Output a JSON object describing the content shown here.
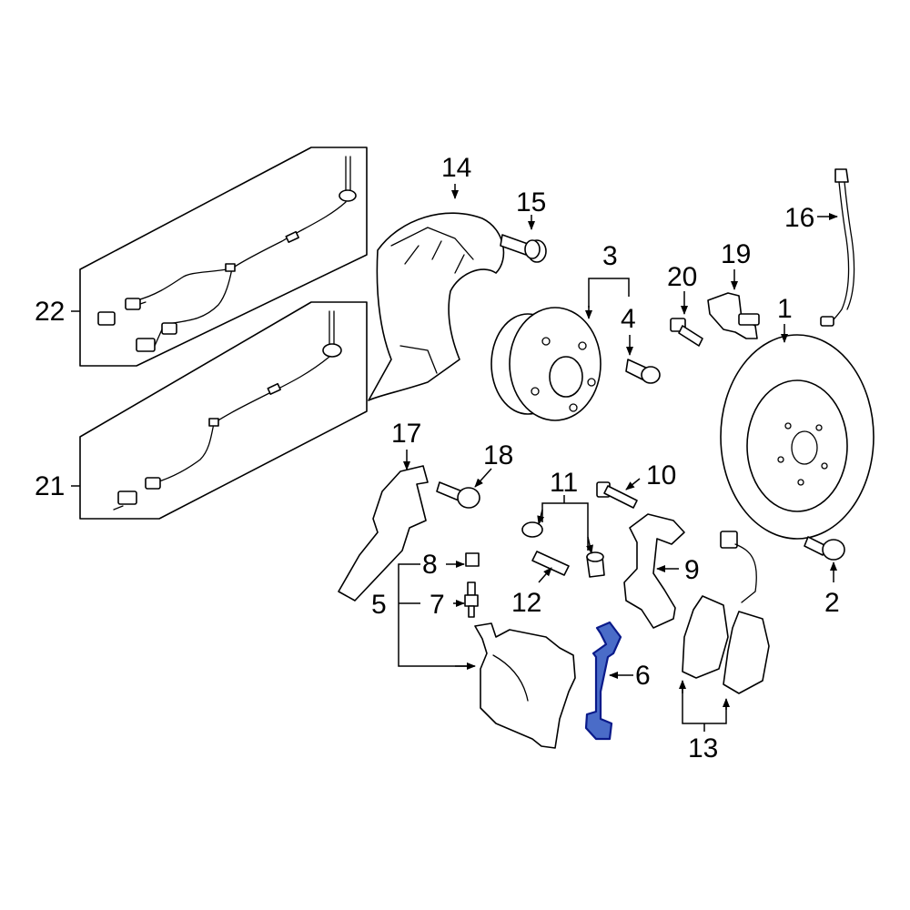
{
  "highlight_color": "#1c3fae",
  "callouts": {
    "c1": "1",
    "c2": "2",
    "c3": "3",
    "c4": "4",
    "c5": "5",
    "c6": "6",
    "c7": "7",
    "c8": "8",
    "c9": "9",
    "c10": "10",
    "c11": "11",
    "c12": "12",
    "c13": "13",
    "c14": "14",
    "c15": "15",
    "c16": "16",
    "c17": "17",
    "c18": "18",
    "c19": "19",
    "c20": "20",
    "c21": "21",
    "c22": "22"
  },
  "highlighted_part": "6"
}
